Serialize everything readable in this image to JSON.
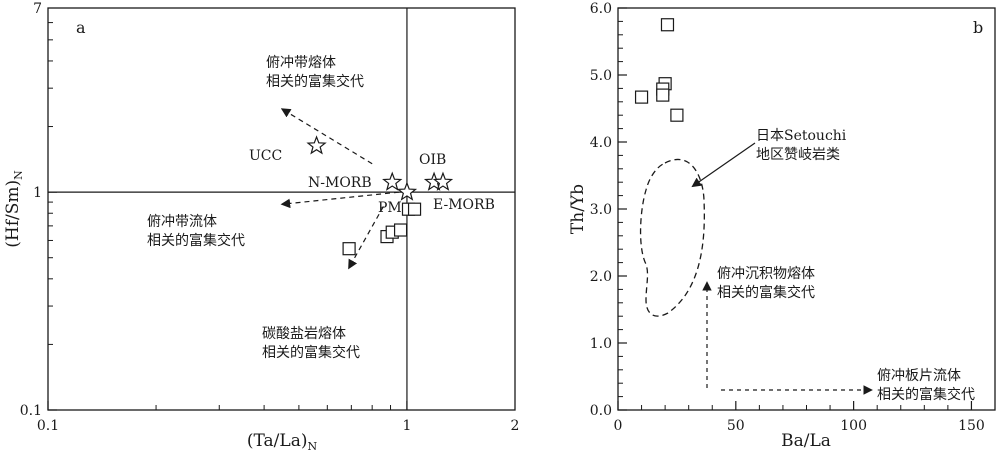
{
  "chart_data": [
    {
      "panel": "a",
      "type": "scatter",
      "x_scale": "log",
      "y_scale": "log",
      "xlim": [
        0.1,
        2
      ],
      "ylim": [
        0.1,
        7
      ],
      "x_ticks": [
        "0.1",
        "1",
        "2"
      ],
      "y_ticks": [
        "0.1",
        "1",
        "7"
      ],
      "xlabel": "(Ta/La)",
      "xlabel_sub": "N",
      "ylabel": "(Hf/Sm)",
      "ylabel_sub": "N",
      "reference_lines": {
        "x": 1,
        "y": 1
      },
      "samples": [
        {
          "x": 0.69,
          "y": 0.55
        },
        {
          "x": 0.88,
          "y": 0.625
        },
        {
          "x": 0.91,
          "y": 0.655
        },
        {
          "x": 0.96,
          "y": 0.67
        },
        {
          "x": 1.01,
          "y": 0.835
        },
        {
          "x": 1.05,
          "y": 0.835
        }
      ],
      "references": [
        {
          "label": "UCC",
          "x": 0.56,
          "y": 1.63
        },
        {
          "label": "N-MORB",
          "x": 0.91,
          "y": 1.11
        },
        {
          "label": "PM",
          "x": 1.0,
          "y": 1.0
        },
        {
          "label": "OIB",
          "x": 1.19,
          "y": 1.11
        },
        {
          "label": "E-MORB",
          "x": 1.26,
          "y": 1.11
        }
      ],
      "vectors": [
        {
          "from": [
            0.8,
            1.35
          ],
          "to": [
            0.45,
            2.4
          ],
          "label": "俯冲带熔体|相关的富集交代"
        },
        {
          "from": [
            0.95,
            1.0
          ],
          "to": [
            0.45,
            0.88
          ],
          "label": "俯冲带流体|相关的富集交代"
        },
        {
          "from": [
            0.86,
            0.86
          ],
          "to": [
            0.69,
            0.45
          ],
          "label": "碳酸盐岩熔体|相关的富集交代"
        }
      ]
    },
    {
      "panel": "b",
      "type": "scatter",
      "xlim": [
        0,
        160
      ],
      "ylim": [
        0,
        6
      ],
      "x_ticks": [
        0,
        50,
        100,
        150
      ],
      "y_ticks": [
        "0.0",
        "1.0",
        "2.0",
        "3.0",
        "4.0",
        "5.0",
        "6.0"
      ],
      "xlabel": "Ba/La",
      "ylabel": "Th/Yb",
      "samples": [
        {
          "x": 21,
          "y": 5.75
        },
        {
          "x": 20,
          "y": 4.87
        },
        {
          "x": 19,
          "y": 4.79
        },
        {
          "x": 19,
          "y": 4.7
        },
        {
          "x": 10,
          "y": 4.67
        },
        {
          "x": 25,
          "y": 4.4
        }
      ],
      "field_label": "日本Setouchi|地区赞岐岩类",
      "vectors": [
        {
          "label": "俯冲沉积物熔体|相关的富集交代"
        },
        {
          "label": "俯冲板片流体|相关的富集交代"
        }
      ]
    }
  ],
  "panel_a": {
    "letter": "a"
  },
  "panel_b": {
    "letter": "b"
  }
}
